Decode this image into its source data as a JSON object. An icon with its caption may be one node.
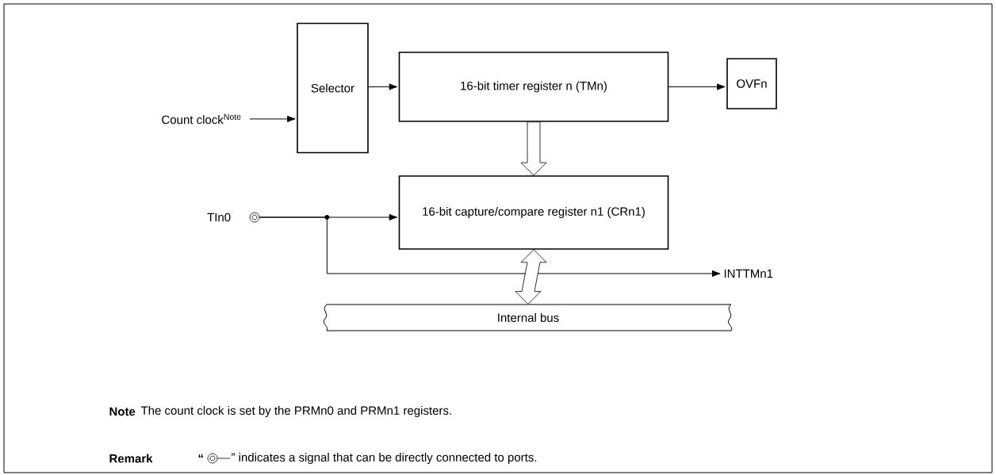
{
  "diagram": {
    "nodes": [
      {
        "text": [
          "Count clock$^{Note}$"
        ]
      },
      {
        "text": [
          "Selector"
        ]
      },
      {
        "text": [
          "16-bit timer register n (TMn)"
        ]
      },
      {
        "text": [
          "OVFn"
        ]
      },
      {
        "text": [
          "16-bit capture/compare register n1 (CRn1)"
        ]
      },
      {
        "text": [],
        "shape": "circle",
        "beside": [
          "TIn0"
        ]
      },
      {
        "text": [
          "INTTMn1"
        ]
      },
      {
        "text": [
          "Internal bus"
        ]
      }
    ],
    "edges": [
      {
        "from": 0,
        "to": 1,
        "arrow": "to"
      },
      {
        "from": 1,
        "to": 2,
        "arrow": "to"
      },
      {
        "from": 2,
        "to": 3,
        "arrow": "to"
      },
      {
        "from": 2,
        "to": 4,
        "arrow": "to",
        "style": "thick"
      },
      {
        "from": 5,
        "to": 4,
        "arrow": "to"
      },
      {
        "from": 5,
        "to": 6,
        "arrow": "to"
      },
      {
        "from": 4,
        "to": 7,
        "arrow": "both",
        "style": "thick"
      }
    ],
    "labels": [
      "Note",
      "The count clock is set by the PRMn0 and PRMn1 registers.",
      "Remark",
      "“",
      "” indicates a signal that can be directly connected to ports."
    ]
  }
}
